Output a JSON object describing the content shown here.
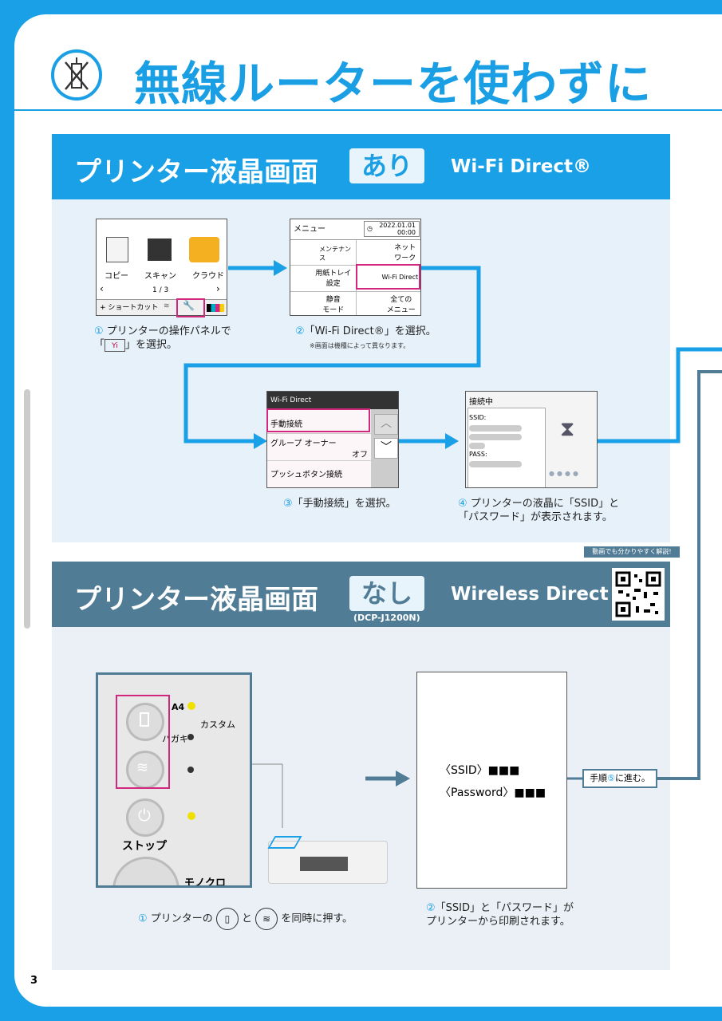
{
  "header": {
    "title": "無線ルーターを使わずに"
  },
  "section1": {
    "title": "プリンター液晶画面",
    "badge": "あり",
    "subtitle": "Wi-Fi Direct®",
    "screen1": {
      "items": [
        "コピー",
        "スキャン",
        "クラウド"
      ],
      "page": "1 / 3",
      "shortcut": "ショートカット"
    },
    "caption1": {
      "num": "①",
      "line1": " プリンターの操作パネルで",
      "line2a": "「",
      "line2b": "」を選択。"
    },
    "screen2": {
      "menu_label": "メニュー",
      "date": "2022.01.01",
      "time": "00:00",
      "items": [
        {
          "label": "メンテナンス"
        },
        {
          "label": "ネット\nワーク"
        },
        {
          "label": "用紙トレイ\n設定"
        },
        {
          "label": "Wi-Fi Direct"
        },
        {
          "label": "静音\nモード"
        },
        {
          "label": "全ての\nメニュー"
        }
      ]
    },
    "caption2": {
      "num": "②",
      "line1": "「Wi-Fi Direct®」を選択。",
      "note": "※画面は機種によって異なります。"
    },
    "screen3": {
      "header": "Wi-Fi Direct",
      "items": [
        "手動接続",
        "グループ オーナー",
        "オフ",
        "プッシュボタン接続"
      ]
    },
    "caption3": {
      "num": "③",
      "text": "「手動接続」を選択。"
    },
    "screen4": {
      "header": "接続中",
      "ssid": "SSID:",
      "pass": "PASS:"
    },
    "caption4": {
      "num": "④",
      "line1": " プリンターの液晶に「SSID」と",
      "line2": "「パスワード」が表示されます。"
    }
  },
  "section2": {
    "qr_label": "動画でも分かりやすく解説!",
    "title": "プリンター液晶画面",
    "badge": "なし",
    "subtitle": "Wireless Direct",
    "model": "(DCP-J1200N)",
    "panel": {
      "a4": "A4",
      "custom": "カスタム",
      "hagaki": "ハガキ",
      "stop": "ストップ",
      "mono": "モノクロ"
    },
    "paper": {
      "ssid": "〈SSID〉■■■",
      "password": "〈Password〉■■■"
    },
    "next_step": {
      "pre": "手順",
      "num": "⑤",
      "post": "に進む。"
    },
    "caption1": {
      "num": "①",
      "pre": " プリンターの ",
      "mid": " と ",
      "post": " を同時に押す。"
    },
    "caption2": {
      "num": "②",
      "line1": "「SSID」と「パスワード」が",
      "line2": "プリンターから印刷されます。"
    }
  },
  "footer": {
    "page_number": "3"
  },
  "colors": {
    "primary": "#1aa0e6",
    "dark": "#517c96",
    "magenta": "#d2277d"
  }
}
